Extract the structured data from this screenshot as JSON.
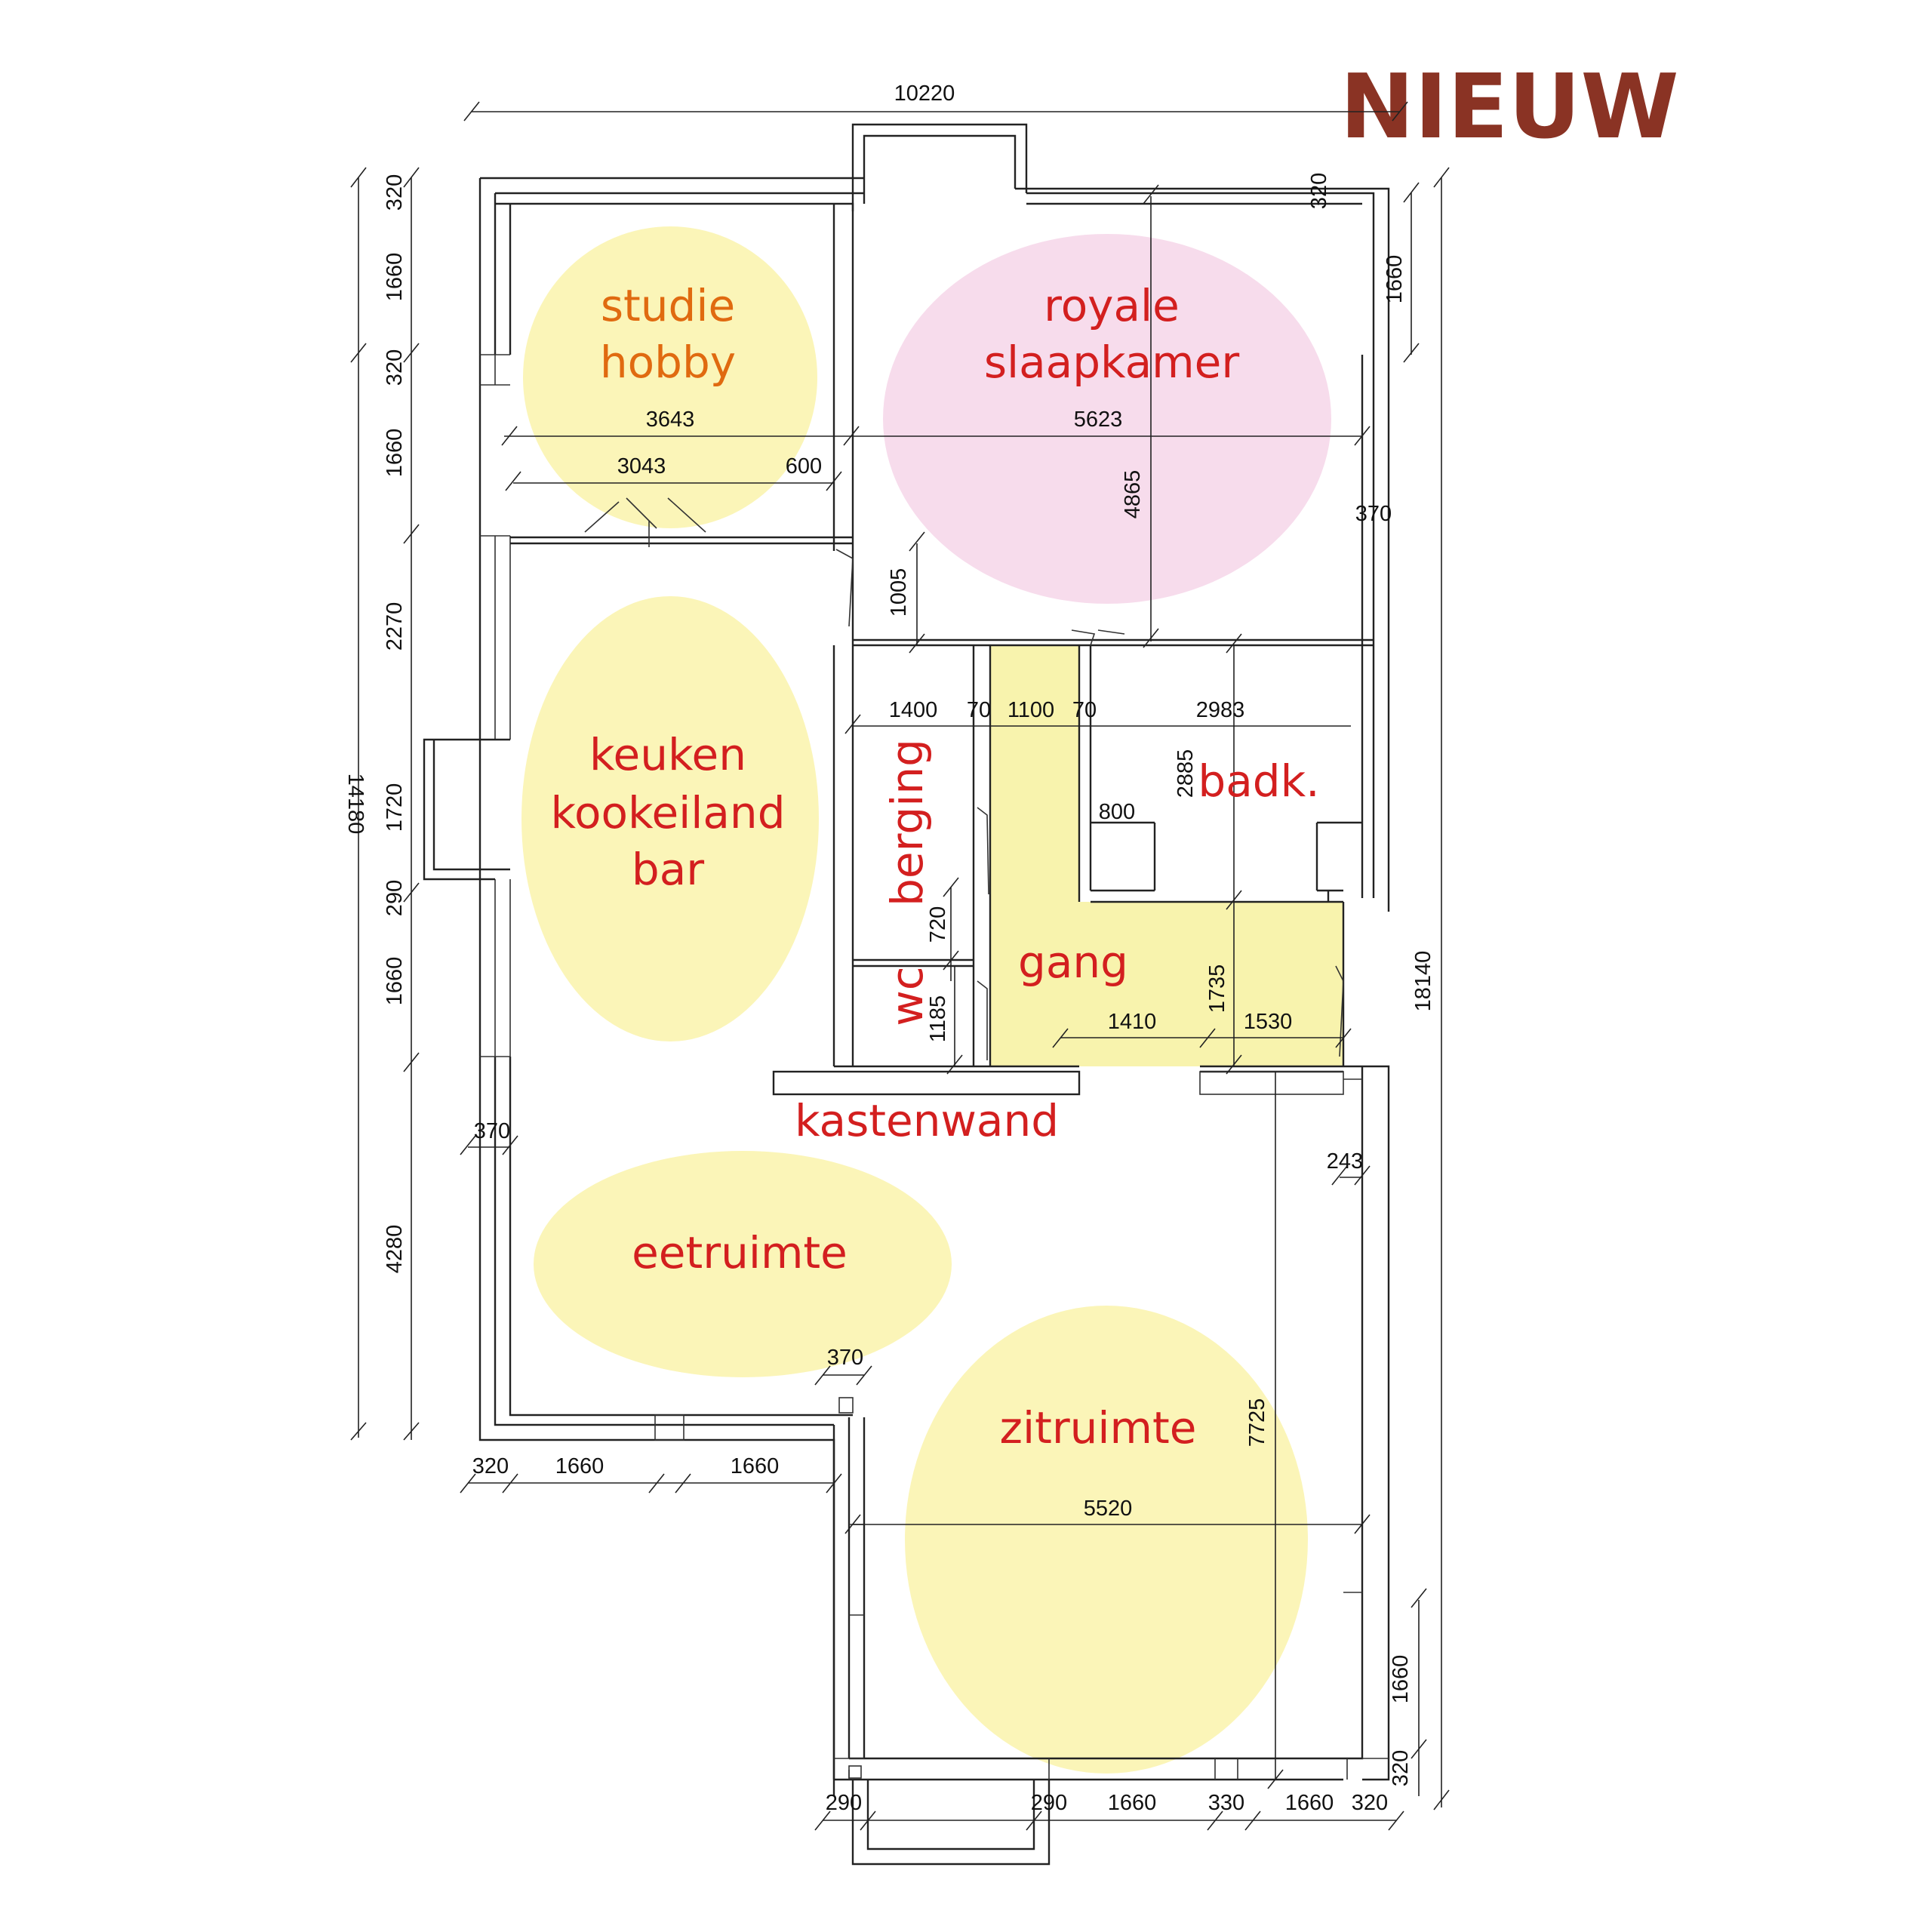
{
  "title": "NIEUW",
  "colors": {
    "title": "#8a3324",
    "label": "#d31f1f",
    "label_orange": "#e06a10",
    "zone_yellow": "#fbf5b8",
    "zone_pink": "#f7dcec",
    "corridor": "#f8f3ad"
  },
  "rooms": {
    "studie_l1": "studie",
    "studie_l2": "hobby",
    "slaap_l1": "royale",
    "slaap_l2": "slaapkamer",
    "keuken_l1": "keuken",
    "keuken_l2": "kookeiland",
    "keuken_l3": "bar",
    "berging": "berging",
    "wc": "wc",
    "badk": "badk.",
    "gang": "gang",
    "kastenwand": "kastenwand",
    "eetruimte": "eetruimte",
    "zitruimte": "zitruimte"
  },
  "dimensions": {
    "top_total": "10220",
    "left_total": "14180",
    "right_total": "18140",
    "l_320a": "320",
    "l_1660a": "1660",
    "l_320b": "320",
    "l_1660b": "1660",
    "l_2270": "2270",
    "l_1720": "1720",
    "l_290": "290",
    "l_1660c": "1660",
    "l_4280": "4280",
    "r_320": "320",
    "r_1660": "1660",
    "r_370": "370",
    "studie_w": "3643",
    "slaap_w": "5623",
    "studie_inner": "3043",
    "d_600": "600",
    "slaap_h": "4865",
    "d_1005": "1005",
    "d_1400": "1400",
    "d_70a": "70",
    "d_1100": "1100",
    "d_70b": "70",
    "d_2983": "2983",
    "d_2885": "2885",
    "d_800": "800",
    "d_720": "720",
    "d_1185": "1185",
    "d_1735": "1735",
    "d_1410": "1410",
    "d_1530": "1530",
    "d_370_left": "370",
    "d_243": "243",
    "d_370_mid": "370",
    "d_7725": "7725",
    "d_5520": "5520",
    "b_320": "320",
    "b_1660a": "1660",
    "b_1660b": "1660",
    "br_1660": "1660",
    "br_320": "320",
    "bb_290a": "290",
    "bb_290b": "290",
    "bb_1660a": "1660",
    "bb_330": "330",
    "bb_1660b": "1660",
    "bb_320": "320"
  }
}
